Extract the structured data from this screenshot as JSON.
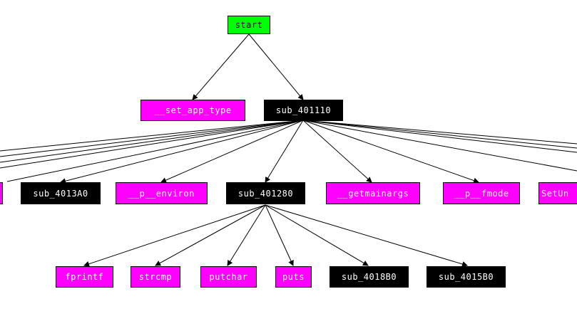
{
  "colors": {
    "entry": "#00ff00",
    "import": "#ff00ff",
    "subroutine": "#000000",
    "edge": "#000000",
    "background": "#ffffff"
  },
  "nodes": {
    "start": "start",
    "set_app_type": "__set_app_type",
    "sub_401110": "sub_401110",
    "sub_4013A0": "sub_4013A0",
    "p_environ": "__p__environ",
    "sub_401280": "sub_401280",
    "getmainargs": "__getmainargs",
    "p_fmode": "__p__fmode",
    "setun_partial": "SetUn",
    "fprintf": "fprintf",
    "strcmp": "strcmp",
    "putchar": "putchar",
    "puts": "puts",
    "sub_4018B0": "sub_4018B0",
    "sub_4015B0": "sub_4015B0"
  }
}
